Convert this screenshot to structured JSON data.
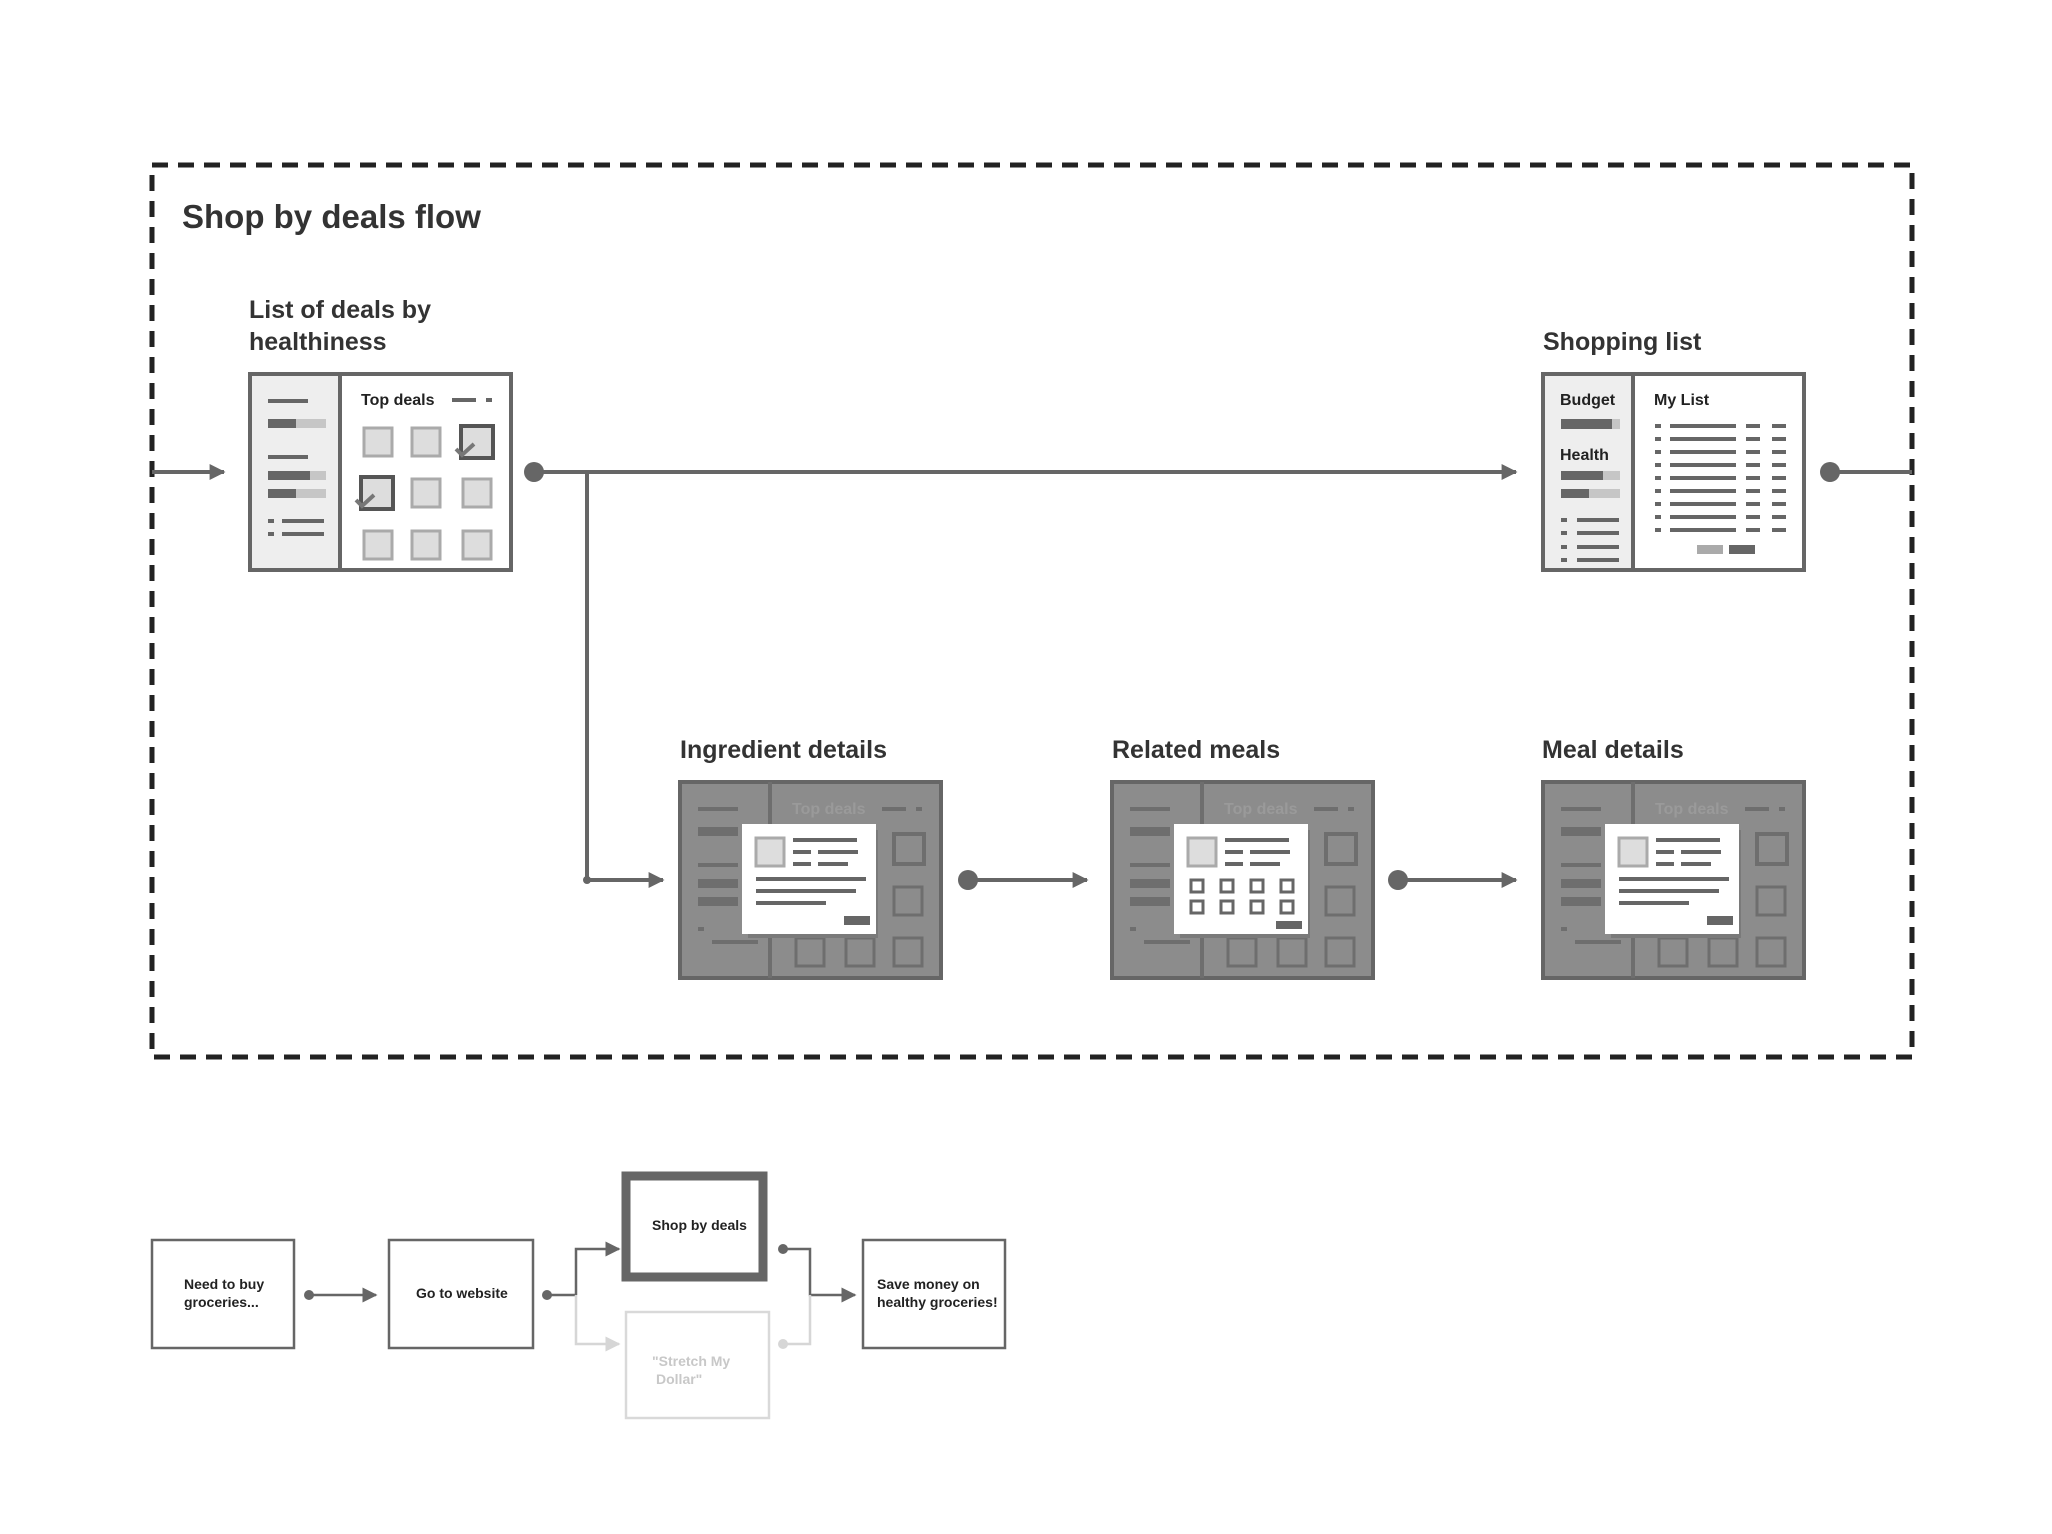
{
  "flow": {
    "title": "Shop by deals flow",
    "screens": {
      "deals_list": {
        "label_line1": "List of deals by",
        "label_line2": "healthiness",
        "header": "Top deals"
      },
      "shopping_list": {
        "label": "Shopping list",
        "budget": "Budget",
        "health": "Health",
        "my_list": "My List"
      },
      "ingredient_details": {
        "label": "Ingredient details",
        "header": "Top deals"
      },
      "related_meals": {
        "label": "Related meals",
        "header": "Top deals"
      },
      "meal_details": {
        "label": "Meal details",
        "header": "Top deals"
      }
    }
  },
  "journey": {
    "steps": [
      {
        "line1": "Need to buy",
        "line2": "groceries..."
      },
      {
        "line1": "Go to website"
      },
      {
        "line1": "Shop by deals",
        "highlighted": true
      },
      {
        "line1": "\"Stretch My",
        "line2": "Dollar\"",
        "ghost": true
      },
      {
        "line1": "Save money on",
        "line2": "healthy groceries!"
      }
    ]
  },
  "colors": {
    "line": "#666666",
    "panel": "#eeeeee",
    "overlay": "#8c8c8c",
    "ghost": "#d4d4d4"
  }
}
